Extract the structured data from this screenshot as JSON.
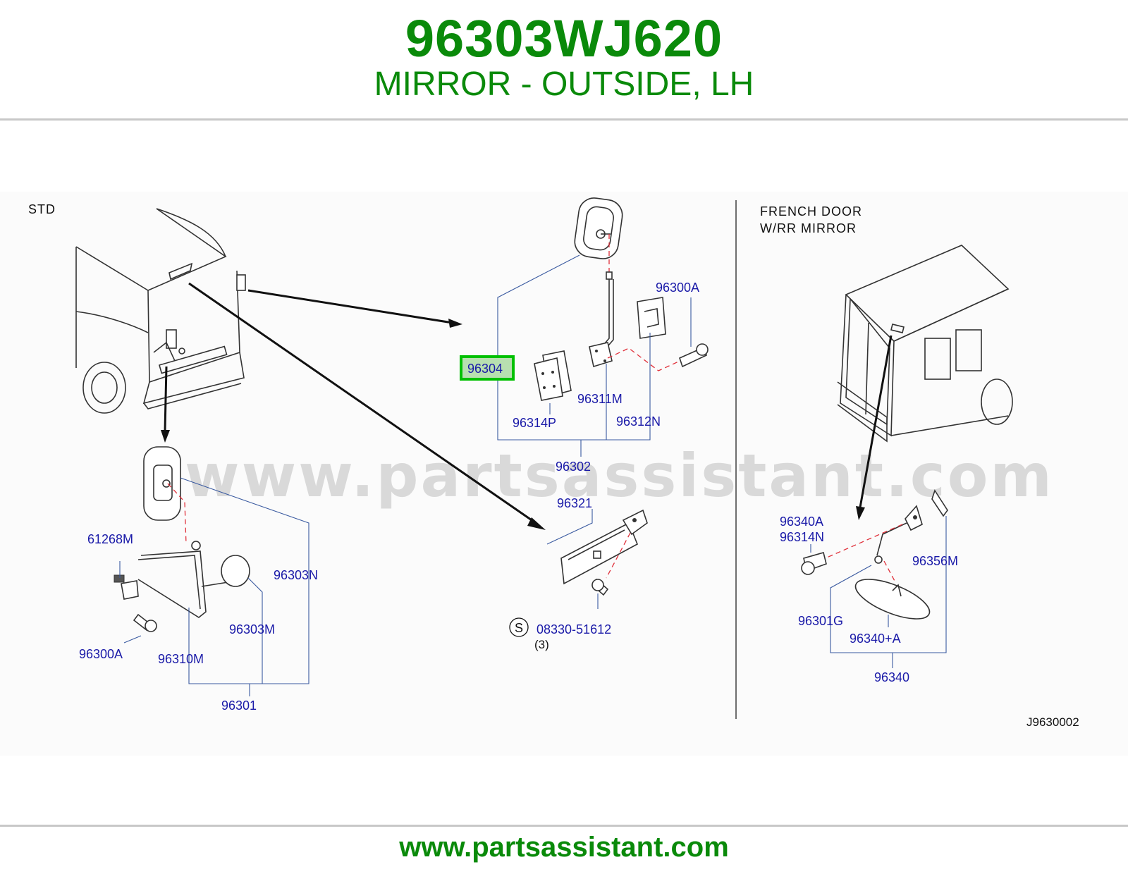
{
  "header": {
    "part_number": "96303WJ620",
    "description": "MIRROR - OUTSIDE, LH"
  },
  "footer": {
    "url": "www.partsassistant.com"
  },
  "watermark": "www.partsassistant.com",
  "sections": {
    "std": "STD",
    "french_line1": "FRENCH  DOOR",
    "french_line2": "W/RR  MIRROR"
  },
  "labels": {
    "p96304": "96304",
    "p96300A_top": "96300A",
    "p96311M": "96311M",
    "p96314P": "96314P",
    "p96312N": "96312N",
    "p96302": "96302",
    "p96321": "96321",
    "p08330": "08330-51612",
    "s_symbol": "S",
    "qty3": "(3)",
    "p61268M": "61268M",
    "p96303N": "96303N",
    "p96303M": "96303M",
    "p96300A_left": "96300A",
    "p96310M": "96310M",
    "p96301": "96301",
    "p96340A": "96340A",
    "p96314N": "96314N",
    "p96356M": "96356M",
    "p96301G": "96301G",
    "p96340plusA": "96340+A",
    "p96340": "96340",
    "diagram_code": "J9630002"
  },
  "colors": {
    "brand_green": "#0a8a0a",
    "part_label_blue": "#1a1aa8",
    "highlight_green": "#00c000",
    "dashed_red": "#e0303a"
  }
}
